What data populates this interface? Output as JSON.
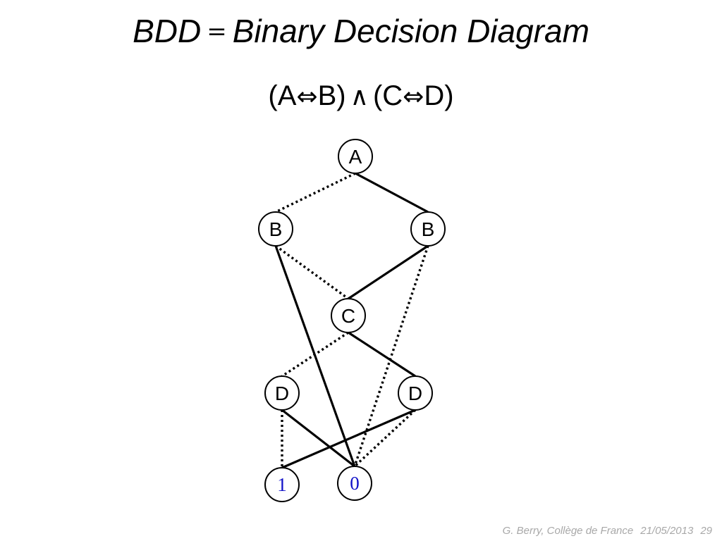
{
  "slide": {
    "title_left": "BDD",
    "title_eq": "=",
    "title_right": "Binary Decision Diagram",
    "formula": {
      "open1": "(A",
      "iff1": "⇔",
      "close1": "B)",
      "and": "∧",
      "open2": "(C",
      "iff2": "⇔",
      "close2": "D)"
    }
  },
  "diagram": {
    "nodes": [
      {
        "id": "A",
        "label": "A"
      },
      {
        "id": "B1",
        "label": "B"
      },
      {
        "id": "B2",
        "label": "B"
      },
      {
        "id": "C",
        "label": "C"
      },
      {
        "id": "D1",
        "label": "D"
      },
      {
        "id": "D2",
        "label": "D"
      },
      {
        "id": "T1",
        "label": "1"
      },
      {
        "id": "T0",
        "label": "0"
      }
    ],
    "edges": [
      {
        "from": "A",
        "to": "B1",
        "style": "dotted"
      },
      {
        "from": "A",
        "to": "B2",
        "style": "solid"
      },
      {
        "from": "B1",
        "to": "C",
        "style": "dotted"
      },
      {
        "from": "B1",
        "to": "T0",
        "style": "solid"
      },
      {
        "from": "B2",
        "to": "C",
        "style": "solid"
      },
      {
        "from": "B2",
        "to": "T0",
        "style": "dotted"
      },
      {
        "from": "C",
        "to": "D1",
        "style": "dotted"
      },
      {
        "from": "C",
        "to": "D2",
        "style": "solid"
      },
      {
        "from": "D1",
        "to": "T1",
        "style": "dotted"
      },
      {
        "from": "D1",
        "to": "T0",
        "style": "solid"
      },
      {
        "from": "D2",
        "to": "T1",
        "style": "solid"
      },
      {
        "from": "D2",
        "to": "T0",
        "style": "dotted"
      }
    ],
    "colors": {
      "stroke": "#000000",
      "node_fill": "#ffffff",
      "variable_text": "#000000",
      "terminal_text": "#1010c8"
    }
  },
  "footer": {
    "author": "G. Berry, Collège de France",
    "date": "21/05/2013",
    "page": "29"
  }
}
